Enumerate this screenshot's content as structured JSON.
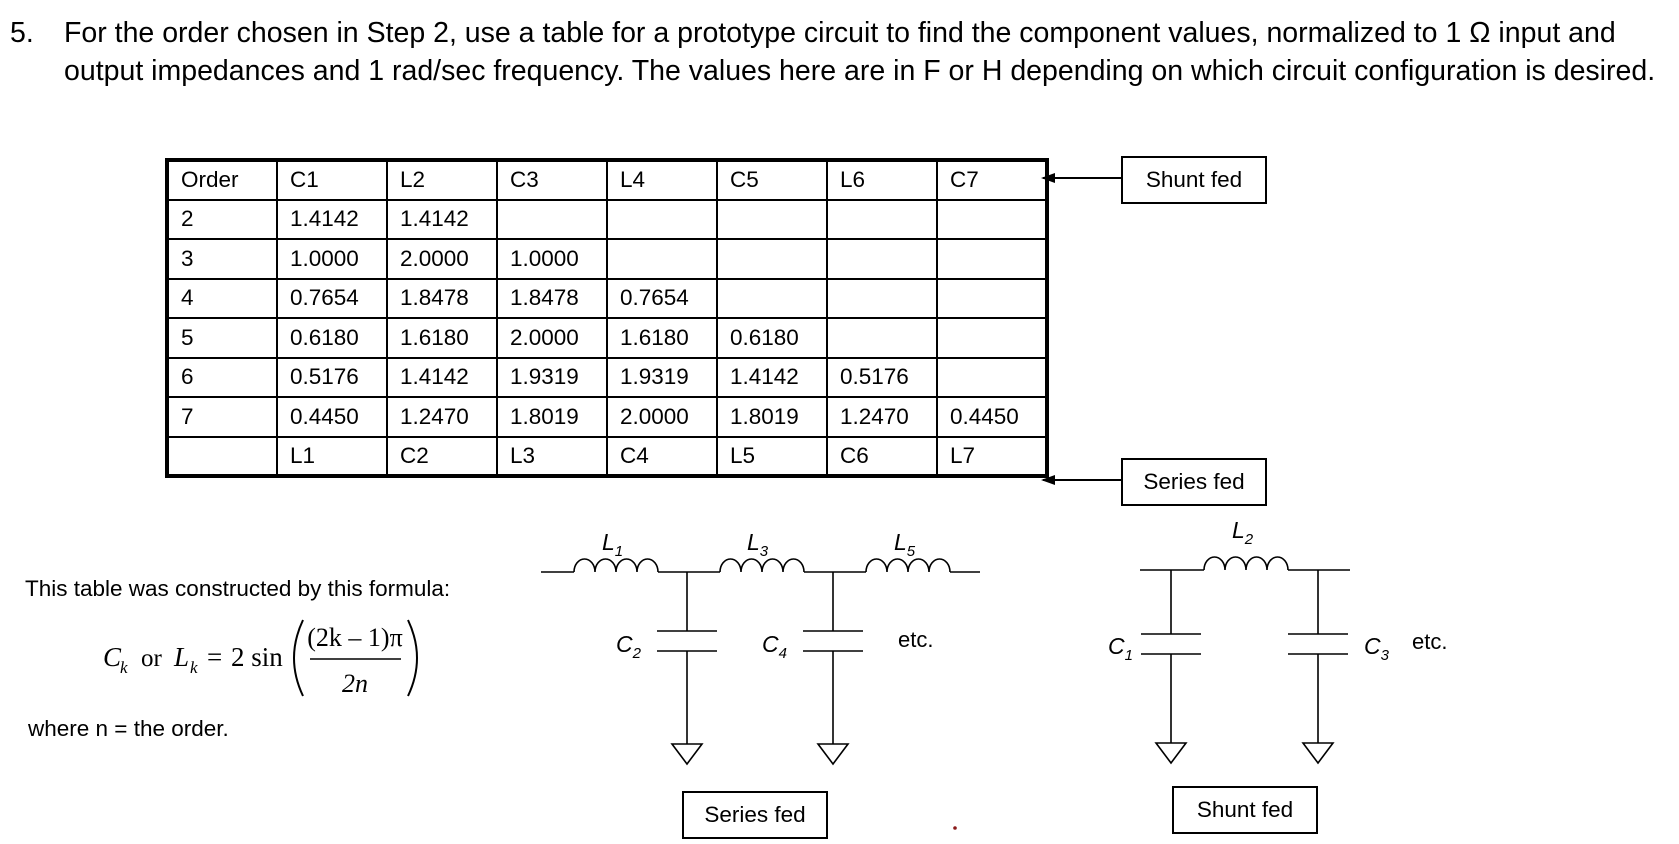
{
  "step": {
    "number": "5.",
    "text": "For the order chosen in Step 2, use a table for a prototype circuit to find the component values, normalized to 1 Ω input and output impedances and 1 rad/sec frequency.  The values here are in F or H depending on which circuit configuration is desired."
  },
  "table": {
    "header": [
      "Order",
      "C1",
      "L2",
      "C3",
      "L4",
      "C5",
      "L6",
      "C7"
    ],
    "rows": [
      [
        "2",
        "1.4142",
        "1.4142",
        "",
        "",
        "",
        "",
        ""
      ],
      [
        "3",
        "1.0000",
        "2.0000",
        "1.0000",
        "",
        "",
        "",
        ""
      ],
      [
        "4",
        "0.7654",
        "1.8478",
        "1.8478",
        "0.7654",
        "",
        "",
        ""
      ],
      [
        "5",
        "0.6180",
        "1.6180",
        "2.0000",
        "1.6180",
        "0.6180",
        "",
        ""
      ],
      [
        "6",
        "0.5176",
        "1.4142",
        "1.9319",
        "1.9319",
        "1.4142",
        "0.5176",
        ""
      ],
      [
        "7",
        "0.4450",
        "1.2470",
        "1.8019",
        "2.0000",
        "1.8019",
        "1.2470",
        "0.4450"
      ]
    ],
    "footer": [
      "",
      "L1",
      "C2",
      "L3",
      "C4",
      "L5",
      "C6",
      "L7"
    ],
    "top_tag": "Shunt fed",
    "bottom_tag": "Series fed"
  },
  "formula": {
    "intro": "This table was constructed by this formula:",
    "lhs_c": "C",
    "sub_k": "k",
    "or": "or",
    "lhs_l": "L",
    "eq": "=",
    "coef_sin": "2 sin",
    "numerator": "(2k – 1)π",
    "denominator": "2n",
    "where": "where n = the order."
  },
  "series_circuit": {
    "inductors": [
      "L",
      "L",
      "L"
    ],
    "inductor_subs": [
      "1",
      "3",
      "5"
    ],
    "capacitors": [
      "C",
      "C"
    ],
    "capacitor_subs": [
      "2",
      "4"
    ],
    "etc": "etc.",
    "caption": "Series fed"
  },
  "shunt_circuit": {
    "inductor": "L",
    "inductor_sub": "2",
    "capacitors": [
      "C",
      "C"
    ],
    "capacitor_subs": [
      "1",
      "3"
    ],
    "etc": "etc.",
    "caption": "Shunt fed"
  }
}
